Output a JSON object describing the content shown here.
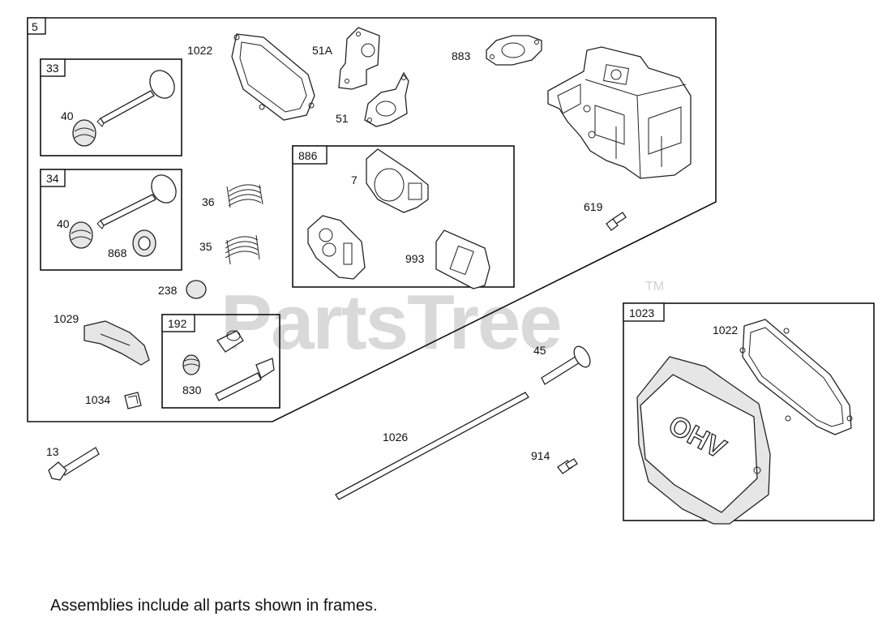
{
  "watermark": {
    "text": "PartsTree",
    "tm": "TM"
  },
  "footer_note": "Assemblies include all parts shown in frames.",
  "frames": {
    "main": "5",
    "exhaust_valve": "33",
    "intake_valve": "34",
    "rocker": "192",
    "gasket_set": "886",
    "cover": "1023"
  },
  "callouts": {
    "p1022_top": "1022",
    "p51a": "51A",
    "p51": "51",
    "p883": "883",
    "p40_a": "40",
    "p40_b": "40",
    "p868": "868",
    "p36": "36",
    "p35": "35",
    "p238": "238",
    "p1029": "1029",
    "p1034": "1034",
    "p830": "830",
    "p7": "7",
    "p993": "993",
    "p619": "619",
    "p45": "45",
    "p1026": "1026",
    "p914": "914",
    "p13": "13",
    "p1022_cover": "1022"
  },
  "cover_emblem": "OHV"
}
